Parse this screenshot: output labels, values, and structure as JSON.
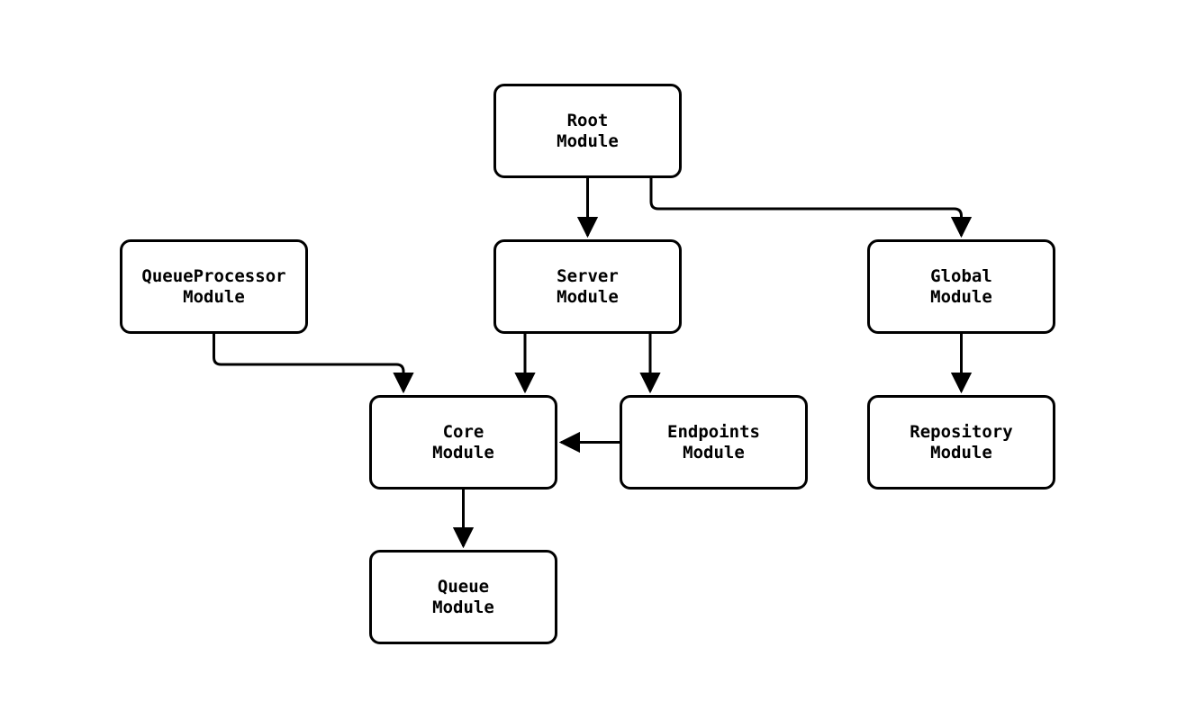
{
  "diagram": {
    "kind": "module-dependency-flowchart",
    "background_color": "#ffffff",
    "stroke_color": "#000000",
    "nodes": {
      "root": {
        "label": "Root\nModule"
      },
      "queueprocessor": {
        "label": "QueueProcessor\nModule"
      },
      "server": {
        "label": "Server\nModule"
      },
      "global": {
        "label": "Global\nModule"
      },
      "core": {
        "label": "Core\nModule"
      },
      "endpoints": {
        "label": "Endpoints\nModule"
      },
      "repository": {
        "label": "Repository\nModule"
      },
      "queue": {
        "label": "Queue\nModule"
      }
    },
    "edges": [
      {
        "from": "Root Module",
        "to": "Server Module"
      },
      {
        "from": "Root Module",
        "to": "Global Module"
      },
      {
        "from": "QueueProcessor Module",
        "to": "Core Module"
      },
      {
        "from": "Server Module",
        "to": "Core Module"
      },
      {
        "from": "Server Module",
        "to": "Endpoints Module"
      },
      {
        "from": "Global Module",
        "to": "Repository Module"
      },
      {
        "from": "Endpoints Module",
        "to": "Core Module"
      },
      {
        "from": "Core Module",
        "to": "Queue Module"
      }
    ]
  }
}
